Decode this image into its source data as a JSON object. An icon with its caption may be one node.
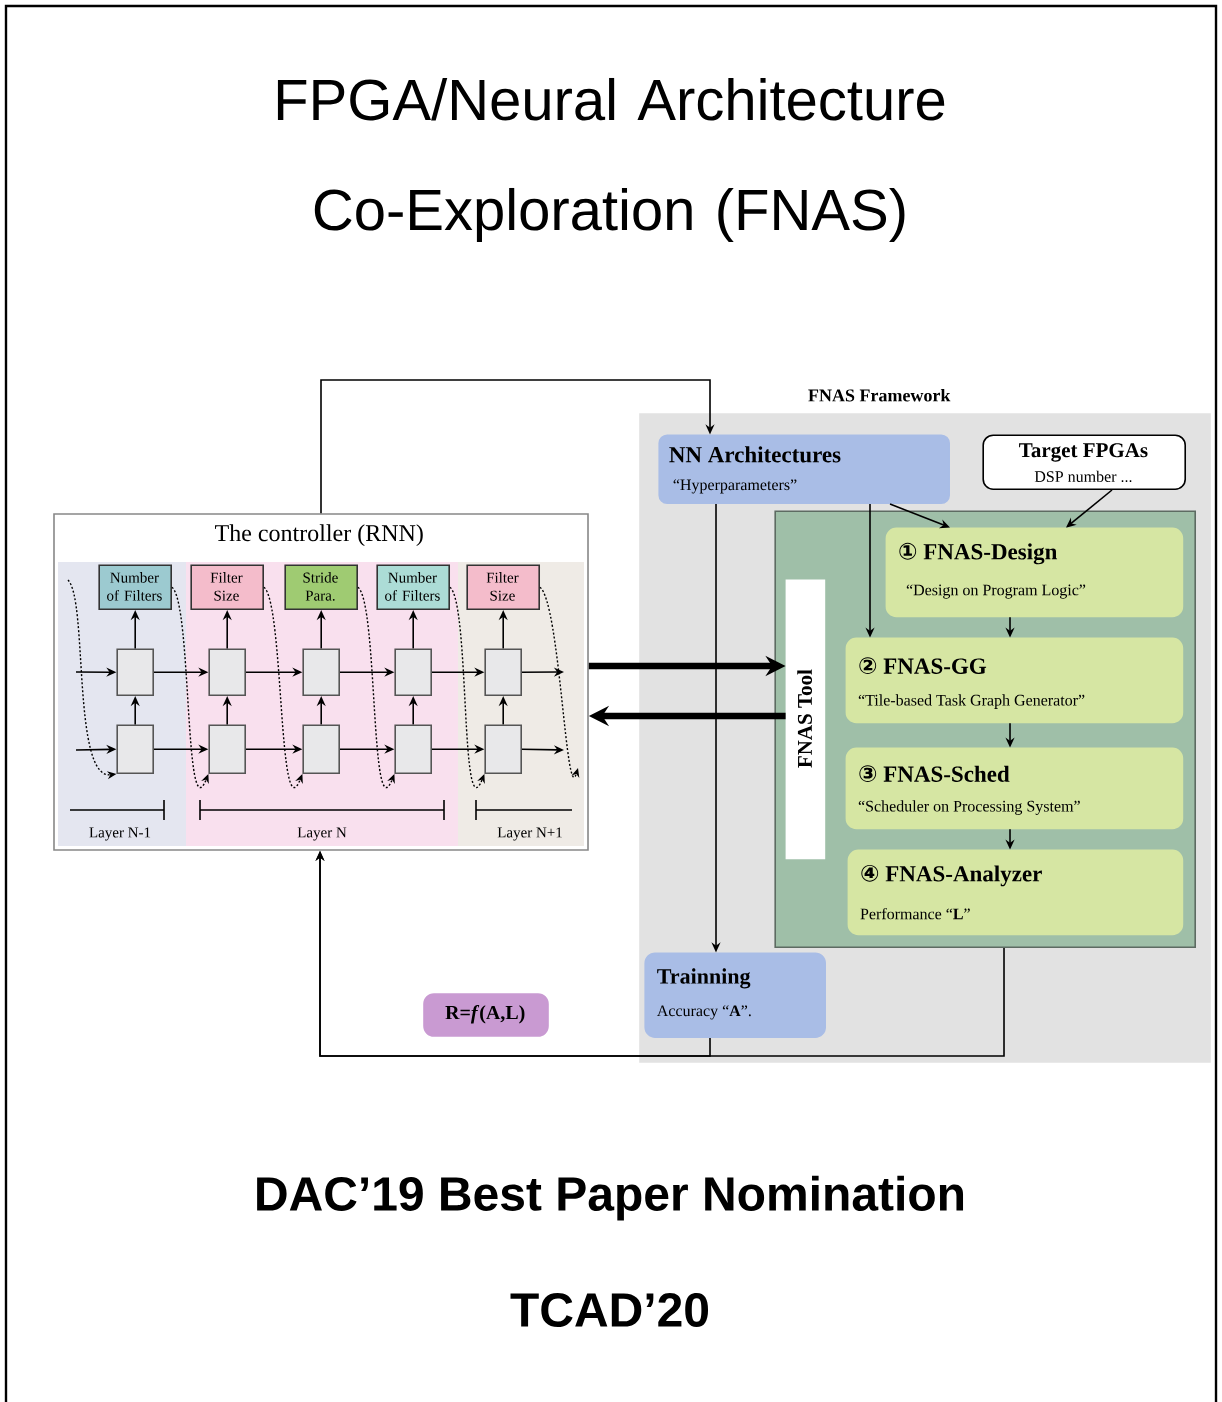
{
  "diagram": {
    "title": "FPGA/Neural Architecture Co-Exploration (FNAS)",
    "nodes": [
      {
        "text": [
          "The controller (RNN)"
        ]
      },
      {
        "text": [
          "Number of Filters"
        ],
        "in": 0
      },
      {
        "text": [
          "Filter Size"
        ],
        "in": 0
      },
      {
        "text": [
          "Stride Para."
        ],
        "in": 0
      },
      {
        "text": [
          "Number of Filters"
        ],
        "in": 0
      },
      {
        "text": [
          "Filter Size"
        ],
        "in": 0
      },
      {
        "text": [],
        "shape": "box",
        "in": 0
      },
      {
        "text": [],
        "shape": "box",
        "in": 0
      },
      {
        "text": [],
        "shape": "box",
        "in": 0
      },
      {
        "text": [],
        "shape": "box",
        "in": 0
      },
      {
        "text": [],
        "shape": "box",
        "in": 0
      },
      {
        "text": [],
        "shape": "box",
        "in": 0
      },
      {
        "text": [],
        "shape": "box",
        "in": 0
      },
      {
        "text": [],
        "shape": "box",
        "in": 0
      },
      {
        "text": [],
        "shape": "box",
        "in": 0
      },
      {
        "text": [],
        "shape": "box",
        "in": 0
      },
      {
        "text": [
          "FNAS Framework"
        ]
      },
      {
        "text": [
          "NN Architectures",
          "“Hyperparameters”"
        ],
        "in": 16
      },
      {
        "text": [
          "Target FPGAs",
          "DSP number ..."
        ],
        "in": 16
      },
      {
        "text": [],
        "shape": "box",
        "in": 16
      },
      {
        "text": [
          "FNAS Tool"
        ],
        "in": 19
      },
      {
        "text": [
          "① FNAS-Design",
          "“Design on Program Logic”"
        ],
        "in": 19
      },
      {
        "text": [
          "② FNAS-GG",
          "“Tile-based Task Graph Generator”"
        ],
        "in": 19
      },
      {
        "text": [
          "③ FNAS-Sched",
          "“Scheduler on Processing System”"
        ],
        "in": 19
      },
      {
        "text": [
          "④ FNAS-Analyzer",
          "Performance “**L**”"
        ],
        "in": 19
      },
      {
        "text": [
          "Trainning",
          "Accuracy “**A**”."
        ],
        "in": 16
      },
      {
        "text": [
          "R=*f*(A,L)"
        ]
      }
    ],
    "edges": [
      {
        "from": 11,
        "to": 6,
        "arrow": "to"
      },
      {
        "from": 12,
        "to": 7,
        "arrow": "to"
      },
      {
        "from": 13,
        "to": 8,
        "arrow": "to"
      },
      {
        "from": 14,
        "to": 9,
        "arrow": "to"
      },
      {
        "from": 15,
        "to": 10,
        "arrow": "to"
      },
      {
        "from": 6,
        "to": 1,
        "arrow": "to"
      },
      {
        "from": 7,
        "to": 2,
        "arrow": "to"
      },
      {
        "from": 8,
        "to": 3,
        "arrow": "to"
      },
      {
        "from": 9,
        "to": 4,
        "arrow": "to"
      },
      {
        "from": 10,
        "to": 5,
        "arrow": "to"
      },
      {
        "from": 6,
        "to": 7,
        "arrow": "to"
      },
      {
        "from": 7,
        "to": 8,
        "arrow": "to"
      },
      {
        "from": 8,
        "to": 9,
        "arrow": "to"
      },
      {
        "from": 9,
        "to": 10,
        "arrow": "to"
      },
      {
        "from": 11,
        "to": 12,
        "arrow": "to"
      },
      {
        "from": 12,
        "to": 13,
        "arrow": "to"
      },
      {
        "from": 13,
        "to": 14,
        "arrow": "to"
      },
      {
        "from": 14,
        "to": 15,
        "arrow": "to"
      },
      {
        "from": null,
        "to": 6,
        "arrow": "to"
      },
      {
        "from": null,
        "to": 11,
        "arrow": "to"
      },
      {
        "from": 10,
        "to": null,
        "arrow": "to"
      },
      {
        "from": 15,
        "to": null,
        "arrow": "to"
      },
      {
        "from": null,
        "to": 11,
        "arrow": "to",
        "style": "dashed"
      },
      {
        "from": 1,
        "to": 12,
        "arrow": "to",
        "style": "dashed"
      },
      {
        "from": 2,
        "to": 13,
        "arrow": "to",
        "style": "dashed"
      },
      {
        "from": 3,
        "to": 14,
        "arrow": "to",
        "style": "dashed"
      },
      {
        "from": 4,
        "to": 15,
        "arrow": "to",
        "style": "dashed"
      },
      {
        "from": 5,
        "to": null,
        "arrow": "to",
        "style": "dashed"
      },
      {
        "from": 0,
        "to": 17,
        "arrow": "to"
      },
      {
        "from": 17,
        "to": 21,
        "arrow": "to"
      },
      {
        "from": 18,
        "to": 21,
        "arrow": "to"
      },
      {
        "from": 17,
        "to": 22,
        "arrow": "to"
      },
      {
        "from": 21,
        "to": 22,
        "arrow": "to"
      },
      {
        "from": 22,
        "to": 23,
        "arrow": "to"
      },
      {
        "from": 23,
        "to": 24,
        "arrow": "to"
      },
      {
        "from": 17,
        "to": 25,
        "arrow": "to"
      },
      {
        "from": 19,
        "to": 0,
        "arrow": "to"
      },
      {
        "from": 25,
        "to": 0,
        "arrow": "to"
      },
      {
        "from": 0,
        "to": 20,
        "arrow": "to",
        "style": "thick"
      },
      {
        "from": 20,
        "to": 0,
        "arrow": "to",
        "style": "thick"
      }
    ],
    "labels": [
      "Layer N-1",
      "Layer N",
      "Layer N+1",
      "DAC’19 Best Paper Nomination",
      "TCAD’20"
    ]
  }
}
